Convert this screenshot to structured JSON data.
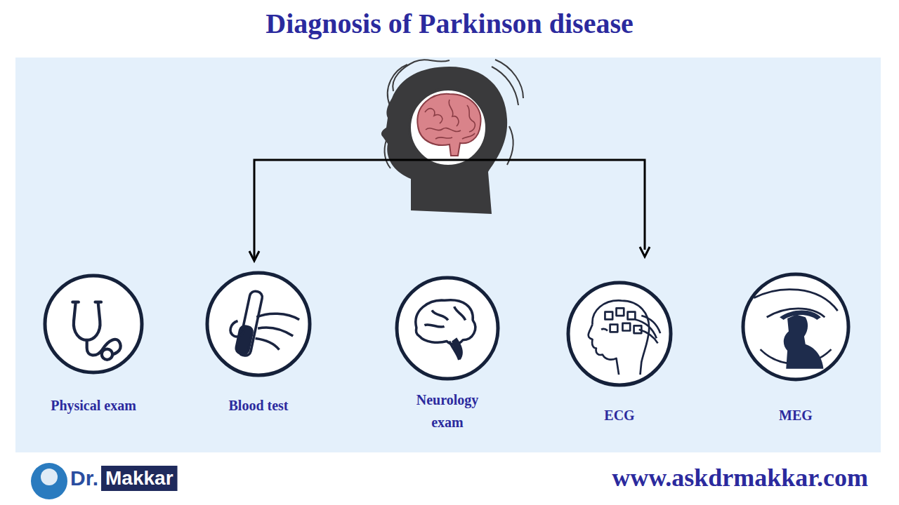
{
  "diagram": {
    "title": "Diagnosis of Parkinson disease",
    "nodes": [
      {
        "text": [
          "Physical exam"
        ]
      },
      {
        "text": [
          "Blood test"
        ]
      },
      {
        "text": [
          "Neurology exam"
        ]
      },
      {
        "text": [
          "ECG"
        ]
      },
      {
        "text": [
          "MEG"
        ]
      }
    ],
    "labels": [
      "Dr.",
      "Makkar",
      "www.askdrmakkar.com"
    ]
  }
}
